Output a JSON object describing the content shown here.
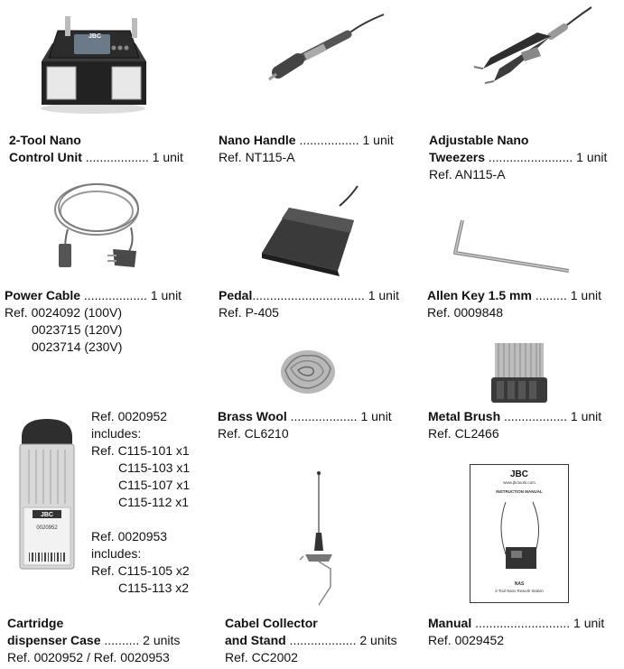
{
  "items": [
    {
      "id": "control-unit",
      "name_l1": "2-Tool Nano",
      "name_l2": "Control Unit",
      "dots": " ..................",
      "qty": " 1 unit",
      "ref": "",
      "brand": "JBC"
    },
    {
      "id": "nano-handle",
      "name_l1": "Nano Handle",
      "dots": " .................",
      "qty": " 1 unit",
      "ref": "Ref. NT115-A"
    },
    {
      "id": "tweezers",
      "name_l1": "Adjustable Nano",
      "name_l2": "Tweezers",
      "dots": " ........................",
      "qty": " 1 unit",
      "ref": "Ref. AN115-A"
    },
    {
      "id": "power-cable",
      "name_l1": "Power Cable",
      "dots": " ..................",
      "qty": " 1 unit",
      "ref": "Ref. 0024092 (100V)",
      "ref2": "0023715 (120V)",
      "ref3": "0023714 (230V)"
    },
    {
      "id": "pedal",
      "name_l1": "Pedal",
      "dots": "................................",
      "qty": " 1 unit",
      "ref": "Ref. P-405"
    },
    {
      "id": "allen-key",
      "name_l1": "Allen Key 1.5 mm",
      "dots": " .........",
      "qty": " 1 unit",
      "ref": "Ref. 0009848"
    },
    {
      "id": "brass-wool",
      "name_l1": "Brass Wool",
      "dots": " ...................",
      "qty": " 1 unit",
      "ref": "Ref. CL6210"
    },
    {
      "id": "metal-brush",
      "name_l1": "Metal Brush",
      "dots": " ..................",
      "qty": " 1 unit",
      "ref": "Ref. CL2466"
    },
    {
      "id": "cartridge-case",
      "name_l1": "Cartridge",
      "name_l2": "dispenser Case",
      "dots": " ..........",
      "qty": " 2 units",
      "ref": "Ref. 0020952 / Ref. 0020953",
      "case_brand": "JBC",
      "case_code": "0020952"
    },
    {
      "id": "cable-collector",
      "name_l1": "Cabel Collector",
      "name_l2": "and Stand",
      "dots": " ...................",
      "qty": " 2 units",
      "ref": "Ref. CC2002"
    },
    {
      "id": "manual",
      "name_l1": "Manual",
      "dots": " ...........................",
      "qty": " 1 unit",
      "ref": "Ref. 0029452",
      "cover_brand": "JBC",
      "cover_url": "www.jbctools.com",
      "cover_title": "INSTRUCTION MANUAL",
      "cover_model": "NAS",
      "cover_sub": "2-Tool Nano Rework Station"
    }
  ],
  "cartridge_refs": {
    "set1_ref": "Ref. 0020952",
    "set1_inc": "includes:",
    "set1": [
      "Ref. C115-101 x1",
      "C115-103 x1",
      "C115-107 x1",
      "C115-112 x1"
    ],
    "set2_ref": "Ref. 0020953",
    "set2_inc": "includes:",
    "set2": [
      "Ref. C115-105 x2",
      "C115-113 x2"
    ]
  }
}
